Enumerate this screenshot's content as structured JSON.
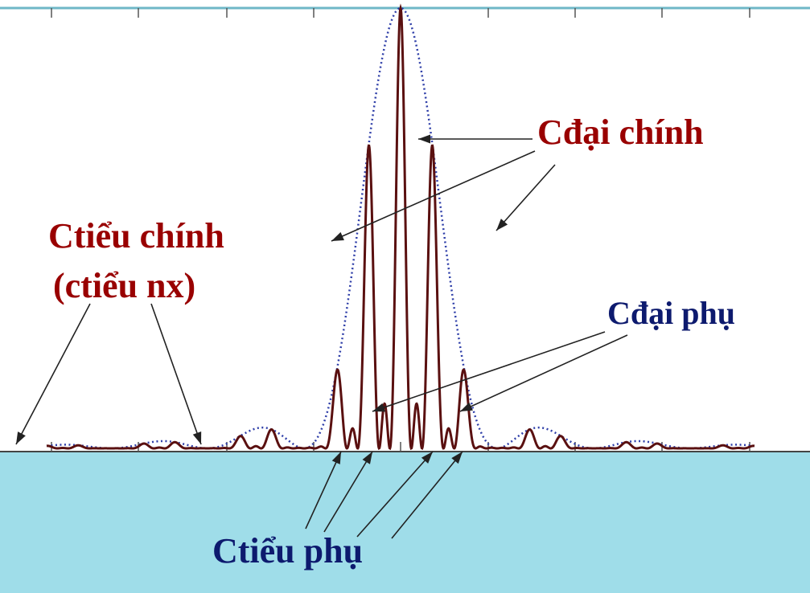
{
  "colors": {
    "main_label": "#990000",
    "secondary_label": "#0d1a6e",
    "curve": "#5a1010",
    "envelope": "#2e3ea8",
    "bottom_band": "#9fdde9",
    "frame": "#6fb7c7",
    "arrow": "#222222"
  },
  "labels": {
    "main_maximum": "Cđại chính",
    "main_minimum_line1": "Ctiểu chính",
    "main_minimum_line2": "(ctiểu nx)",
    "secondary_maximum": "Cđại phụ",
    "secondary_minimum": "Ctiểu phụ"
  },
  "curve_model": {
    "slits": 3,
    "slit_width_ratio": 3,
    "x_range_half_width": 11,
    "peak_intensity": 1.0
  }
}
